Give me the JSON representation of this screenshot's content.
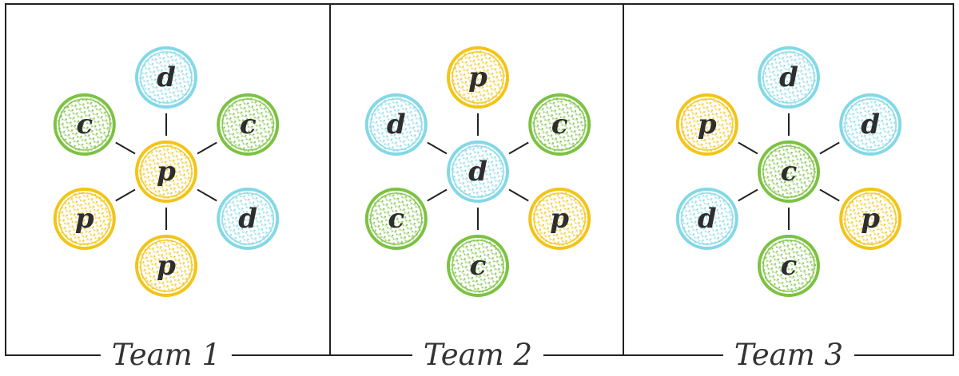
{
  "colors": {
    "p": "#f2c418",
    "c": "#7cc242",
    "d": "#84d8e6",
    "frame": "#222222",
    "edge": "#222222",
    "text": "#2e2e2e"
  },
  "teams": [
    {
      "label": "Team 1",
      "center": "p",
      "outer": [
        "d",
        "c",
        "d",
        "p",
        "p",
        "c"
      ]
    },
    {
      "label": "Team 2",
      "center": "d",
      "outer": [
        "p",
        "c",
        "p",
        "c",
        "c",
        "d"
      ]
    },
    {
      "label": "Team 3",
      "center": "c",
      "outer": [
        "d",
        "d",
        "p",
        "c",
        "d",
        "p"
      ]
    }
  ]
}
